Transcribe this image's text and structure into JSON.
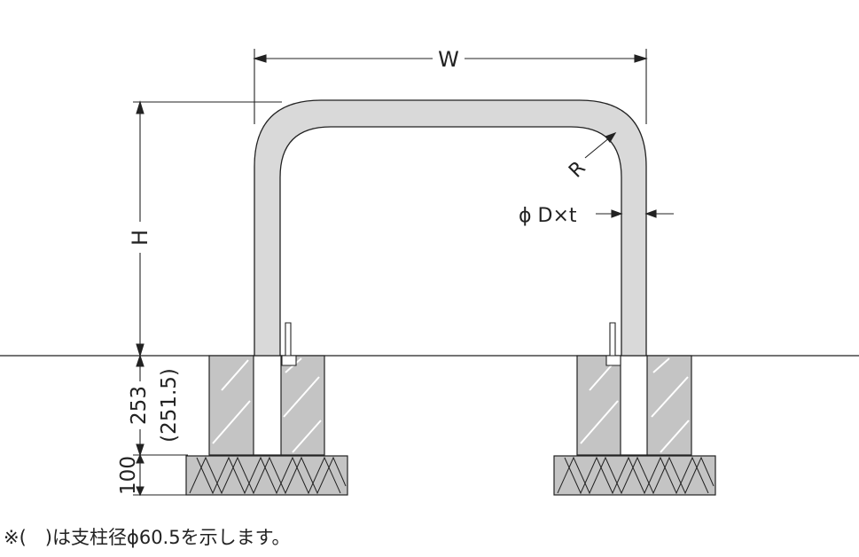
{
  "labels": {
    "width": "W",
    "height": "H",
    "radius": "R",
    "pipe_spec": "ϕ D×t",
    "embed_depth": "253",
    "embed_depth_alt": "(251.5)",
    "base_thickness": "100"
  },
  "note": "※(　)は支柱径ϕ60.5を示します。",
  "colors": {
    "line": "#222222",
    "pipe_fill": "#d9d9d9",
    "concrete_fill": "#c4c4c4",
    "gravel_fill": "#c4c4c4"
  }
}
